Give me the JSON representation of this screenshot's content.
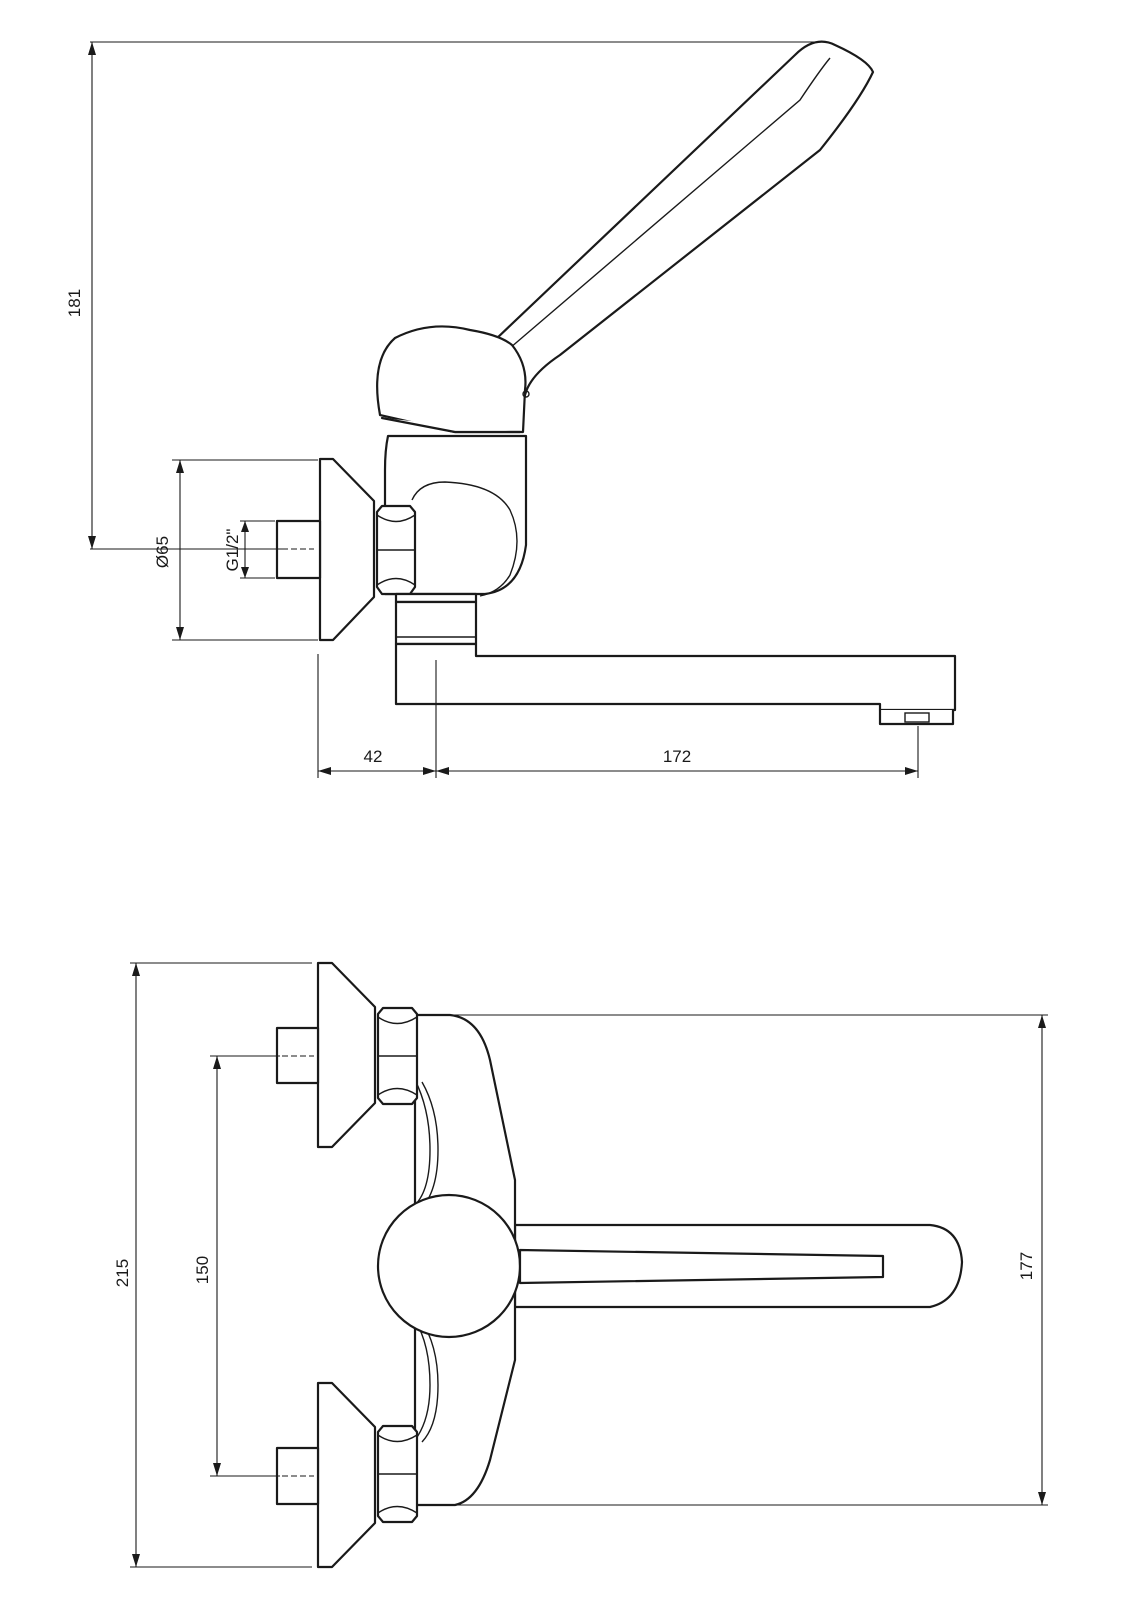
{
  "side_view": {
    "dim_height": "181",
    "dim_rosette_diameter": "Ø65",
    "dim_thread": "G1/2\"",
    "dim_wall_offset": "42",
    "dim_spout_reach": "172"
  },
  "top_view": {
    "dim_total_width": "215",
    "dim_inlet_spacing": "150",
    "dim_body_width": "177"
  }
}
